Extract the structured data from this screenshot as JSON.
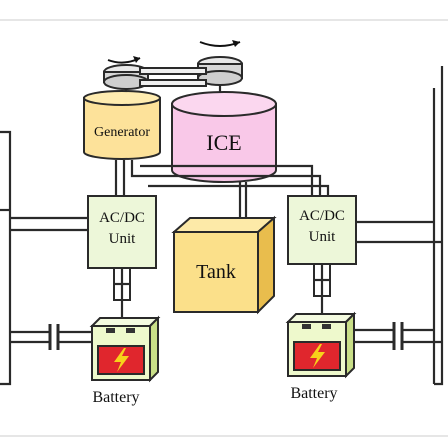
{
  "components": {
    "generator": {
      "label": "Generator"
    },
    "engine": {
      "label": "ICE"
    },
    "tank": {
      "label": "Tank"
    },
    "converter_left": {
      "line1": "AC/DC",
      "line2": "Unit"
    },
    "converter_right": {
      "line1": "AC/DC",
      "line2": "Unit"
    },
    "battery_left": {
      "label": "Battery"
    },
    "battery_right": {
      "label": "Battery"
    }
  },
  "colors": {
    "generator": "#fde29a",
    "engine": "#f9c8e8",
    "tank": "#fbe08a",
    "converter": "#edf7d9",
    "battery_body": "#eef9cc",
    "battery_cell": "#e0262d",
    "bolt": "#f7d21a"
  }
}
